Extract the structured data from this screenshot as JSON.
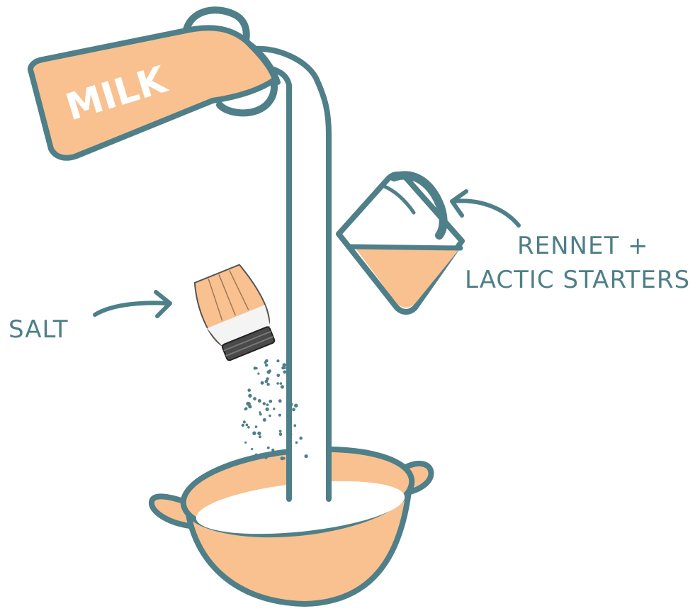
{
  "labels": {
    "milk": "MILK",
    "salt": "SALT",
    "rennet_line1": "RENNET +",
    "rennet_line2": "LACTIC STARTERS"
  },
  "colors": {
    "outline": "#4f7f88",
    "fill_peach": "#f9c18f",
    "milk_white": "#ffffff",
    "shaker_glass": "#f4f4f4"
  },
  "icons": {
    "milk_carton": "milk-carton-icon",
    "rennet_jug": "measuring-jug-icon",
    "salt_shaker": "salt-shaker-icon",
    "cooking_pot": "pot-icon"
  }
}
